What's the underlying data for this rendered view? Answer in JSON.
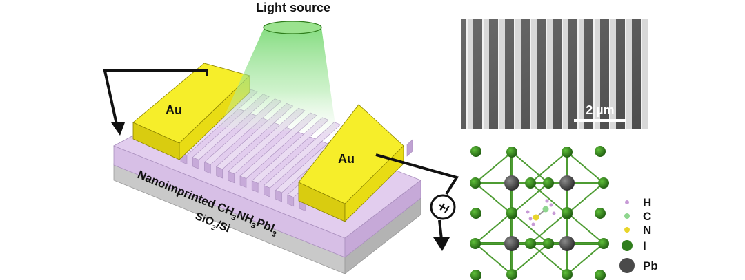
{
  "device": {
    "light_source_label": "Light source",
    "electrode_left_label": "Au",
    "electrode_right_label": "Au",
    "film_label_prefix": "Nanoimprinted CH",
    "film_label_sub1": "3",
    "film_label_mid1": "NH",
    "film_label_sub2": "3",
    "film_label_mid2": "PbI",
    "film_label_sub3": "3",
    "substrate_label_prefix": "SiO",
    "substrate_label_sub": "2",
    "substrate_label_suffix": "/Si",
    "voltage_source_symbol": "±"
  },
  "sem_image": {
    "scale_bar_label": "2 µm"
  },
  "crystal": {
    "legend": [
      {
        "label": "H",
        "color": "#c79ad6"
      },
      {
        "label": "C",
        "color": "#8fd68f"
      },
      {
        "label": "N",
        "color": "#e8d52a"
      },
      {
        "label": "I",
        "color": "#2f7d1c"
      },
      {
        "label": "Pb",
        "color": "#4a4a4a"
      }
    ]
  },
  "colors": {
    "perovskite": "#d9bfe6",
    "gold": "#f4ea1a",
    "substrate": "#c9c9c9",
    "light": "#8fe08a"
  }
}
